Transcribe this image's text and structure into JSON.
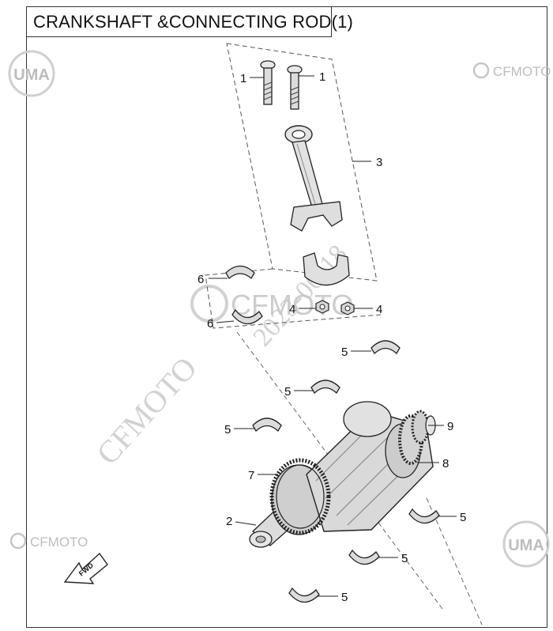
{
  "title": "CRANKSHAFT &CONNECTING ROD(1)",
  "watermarks": {
    "brand_top_right": "CFMOTO",
    "brand_bottom_left": "CFMOTO",
    "brand_center": "CFMOTO",
    "uma_logo_top_left": "UMA",
    "uma_logo_bottom_right": "UMA",
    "diagonal_date": "2023-06-18",
    "diagonal_brand": "CFMOTO"
  },
  "fwd_arrow_label": "FWD",
  "callouts": {
    "bolt_left": "1",
    "bolt_right": "1",
    "connecting_rod": "3",
    "bearing_upper_left": "6",
    "bearing_lower_left": "6",
    "nut_left": "4",
    "nut_right": "4",
    "main_bearing_a": "5",
    "main_bearing_b": "5",
    "main_bearing_c": "5",
    "main_bearing_d": "5",
    "main_bearing_e": "5",
    "main_bearing_f": "5",
    "gear_9": "9",
    "gear_8": "8",
    "gear_7": "7",
    "crankshaft": "2"
  },
  "colors": {
    "line": "#222222",
    "part_fill": "#e6e6e6",
    "part_shade": "#b5b5b5",
    "watermark": "#c8c8c8"
  }
}
